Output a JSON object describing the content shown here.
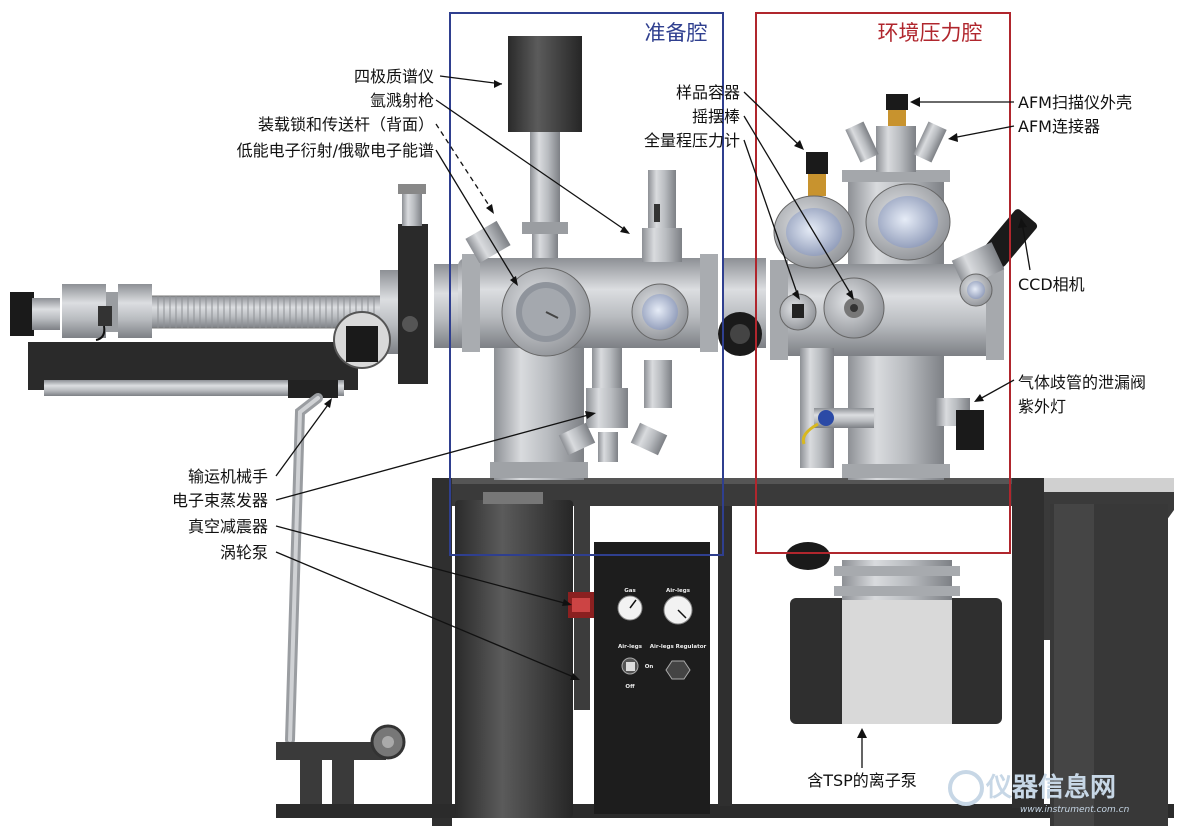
{
  "chambers": {
    "prep_title": "准备腔",
    "env_title": "环境压力腔"
  },
  "labels": {
    "quad_mass_spec": "四极质谱仪",
    "argon_sputter_gun": "氩溅射枪",
    "load_lock": "装载锁和传送杆（背面）",
    "leed_aes": "低能电子衍射/俄歇电子能谱",
    "sample_holder": "样品容器",
    "wobble_stick": "摇摆棒",
    "full_range_gauge": "全量程压力计",
    "afm_scanner_housing": "AFM扫描仪外壳",
    "afm_connector": "AFM连接器",
    "ccd_camera": "CCD相机",
    "gas_manifold_leak_valve": "气体歧管的泄漏阀",
    "uv_lamp": "紫外灯",
    "transfer_arm": "输运机械手",
    "ebeam_evaporator": "电子束蒸发器",
    "vacuum_damper": "真空减震器",
    "turbo_pump": "涡轮泵",
    "ion_pump_tsp": "含TSP的离子泵"
  },
  "panel": {
    "gas_gauge": "Gas",
    "air_legs_gauge": "Air-legs",
    "air_legs_switch": "Air-legs",
    "switch_on": "On",
    "switch_off": "Off",
    "air_legs_regulator": "Air-legs Regulator"
  },
  "watermark": {
    "brand": "仪器信息网",
    "url": "www.instrument.com.cn"
  },
  "colors": {
    "prep_frame": "#2f3f8f",
    "env_frame": "#b0262d",
    "steel": "#b4b7bb",
    "frame_dark": "#333333"
  }
}
